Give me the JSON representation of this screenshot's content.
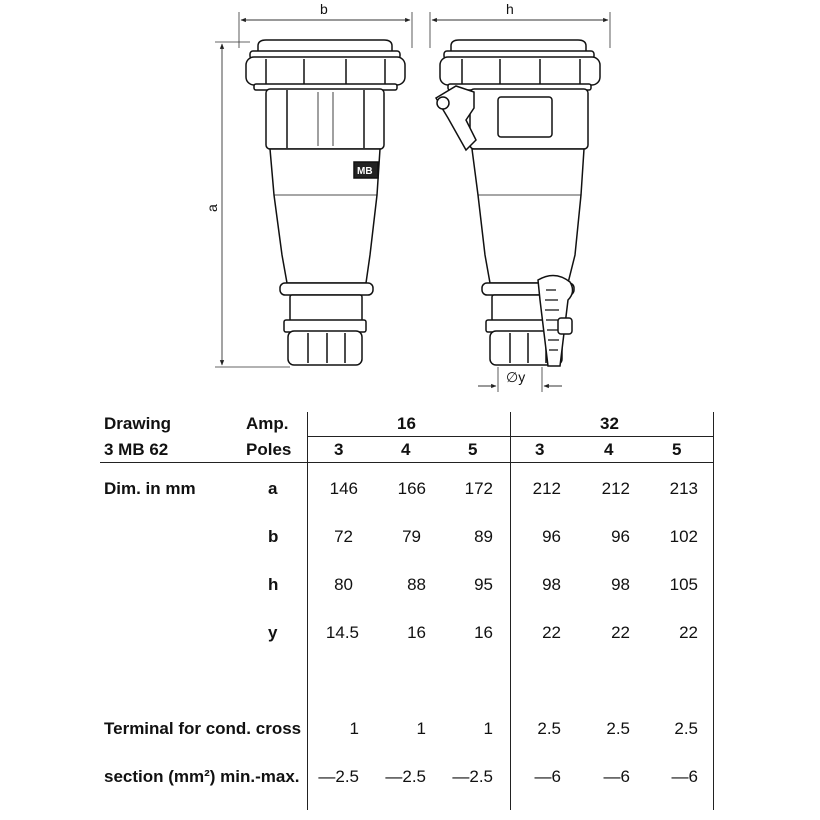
{
  "drawing": {
    "dim_b": "b",
    "dim_h": "h",
    "dim_a": "a",
    "dim_y": "∅y",
    "logo": "MB"
  },
  "table": {
    "drawing_label": "Drawing",
    "drawing_no": "3 MB 62",
    "amp_label": "Amp.",
    "poles_label": "Poles",
    "amp_groups": [
      "16",
      "32"
    ],
    "poles": [
      "3",
      "4",
      "5",
      "3",
      "4",
      "5"
    ],
    "dim_label": "Dim. in mm",
    "rows": [
      {
        "key": "a",
        "values": [
          "146",
          "166",
          "172",
          "212",
          "212",
          "213"
        ]
      },
      {
        "key": "b",
        "values": [
          "72",
          "79",
          "89",
          "96",
          "96",
          "102"
        ]
      },
      {
        "key": "h",
        "values": [
          "80",
          "88",
          "95",
          "98",
          "98",
          "105"
        ]
      },
      {
        "key": "y",
        "values": [
          "14.5",
          "16",
          "16",
          "22",
          "22",
          "22"
        ]
      }
    ],
    "terminal_label_1": "Terminal for cond. cross",
    "terminal_label_2": "section (mm²) min.-max.",
    "terminal_min": [
      "1",
      "1",
      "1",
      "2.5",
      "2.5",
      "2.5"
    ],
    "terminal_max": [
      "—2.5",
      "—2.5",
      "—2.5",
      "—6",
      "—6",
      "—6"
    ]
  }
}
